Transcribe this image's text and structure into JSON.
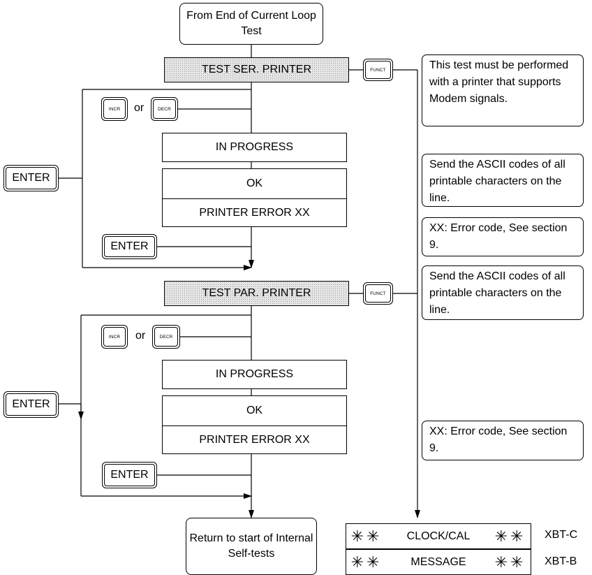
{
  "start_box": "From End of Current Loop Test",
  "end_box": "Return to start of Internal Self-tests",
  "section_serial": {
    "header": "TEST SER. PRINTER",
    "in_progress": "IN PROGRESS",
    "ok": "OK",
    "error": "PRINTER ERROR XX"
  },
  "section_parallel": {
    "header": "TEST PAR. PRINTER",
    "in_progress": "IN PROGRESS",
    "ok": "OK",
    "error": "PRINTER ERROR XX"
  },
  "keys": {
    "funct": "FUNCT",
    "incr": "INCR",
    "decr": "DECR",
    "enter": "ENTER",
    "or": "or"
  },
  "notes": {
    "modem": "This test must be performed with a printer that supports Modem signals.",
    "ascii_serial": "Send the ASCII codes of all printable characters on the line.",
    "error_serial": "XX: Error code, See section 9.",
    "ascii_parallel": "Send the ASCII codes of all printable characters on the line.",
    "error_parallel": "XX: Error code, See section 9."
  },
  "displays": [
    {
      "left_symbols": "✳✳",
      "text": "CLOCK/CAL",
      "right_symbols": "✳✳",
      "code": "XBT-C"
    },
    {
      "left_symbols": "✳✳",
      "text": "MESSAGE",
      "right_symbols": "✳✳",
      "code": "XBT-B"
    }
  ]
}
